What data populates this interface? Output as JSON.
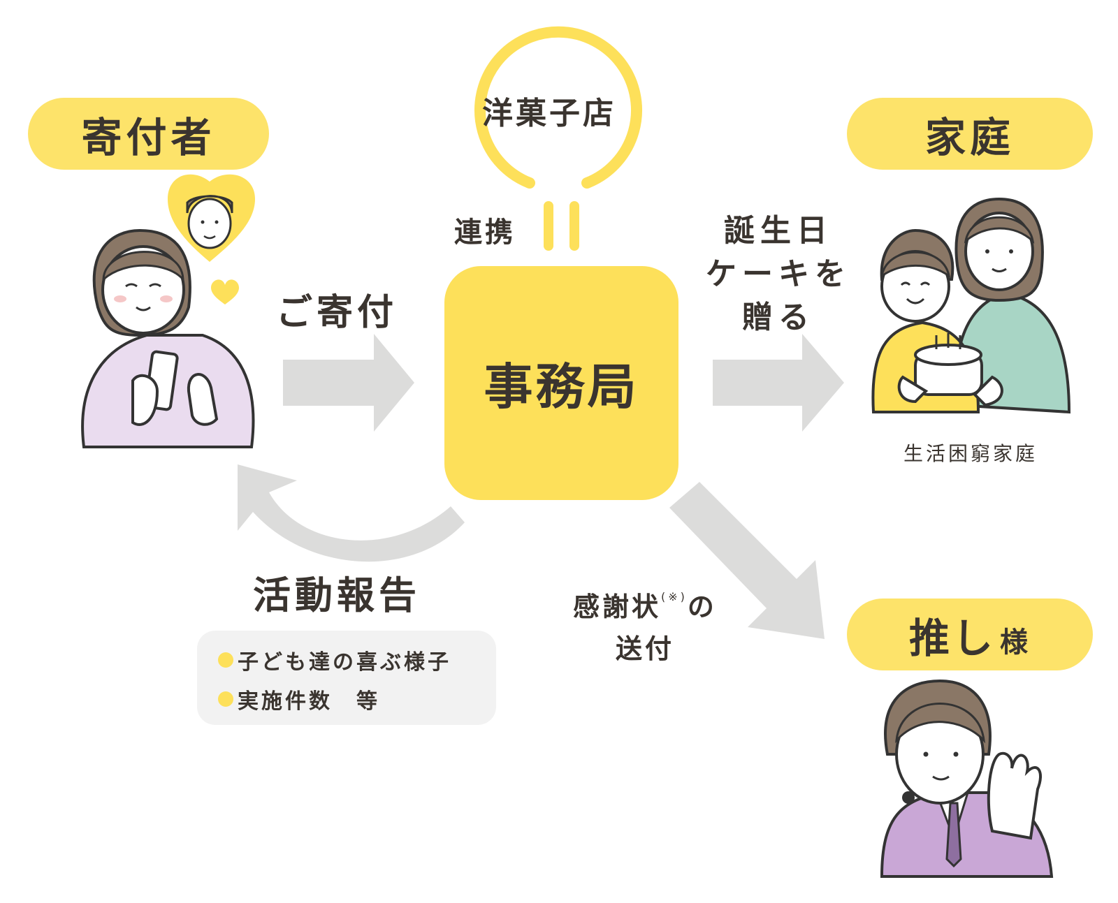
{
  "nodes": {
    "donor": "寄付者",
    "family": "家庭",
    "oshi_main": "推し",
    "oshi_suffix": "様",
    "office": "事務局",
    "shop": "洋菓子店"
  },
  "labels": {
    "renkei": "連携",
    "donation": "ご寄付",
    "cake_line1": "誕生日",
    "cake_line2": "ケーキを",
    "cake_line3": "贈る",
    "poor_family": "生活困窮家庭",
    "report": "活動報告",
    "thanks_line1a": "感謝状",
    "thanks_note": "(※)",
    "thanks_line1b": "の",
    "thanks_line2": "送付"
  },
  "report_items": [
    "子ども達の喜ぶ様子",
    "実施件数　等"
  ],
  "colors": {
    "yellow": "#fde05a",
    "arrow_gray": "#dcdcdb",
    "text": "#3a342f",
    "report_bg": "#f2f2f2"
  },
  "icons": {
    "donor_illustration": "woman-with-phone-icon",
    "family_illustration": "family-with-cake-icon",
    "oshi_illustration": "man-with-headset-icon"
  }
}
